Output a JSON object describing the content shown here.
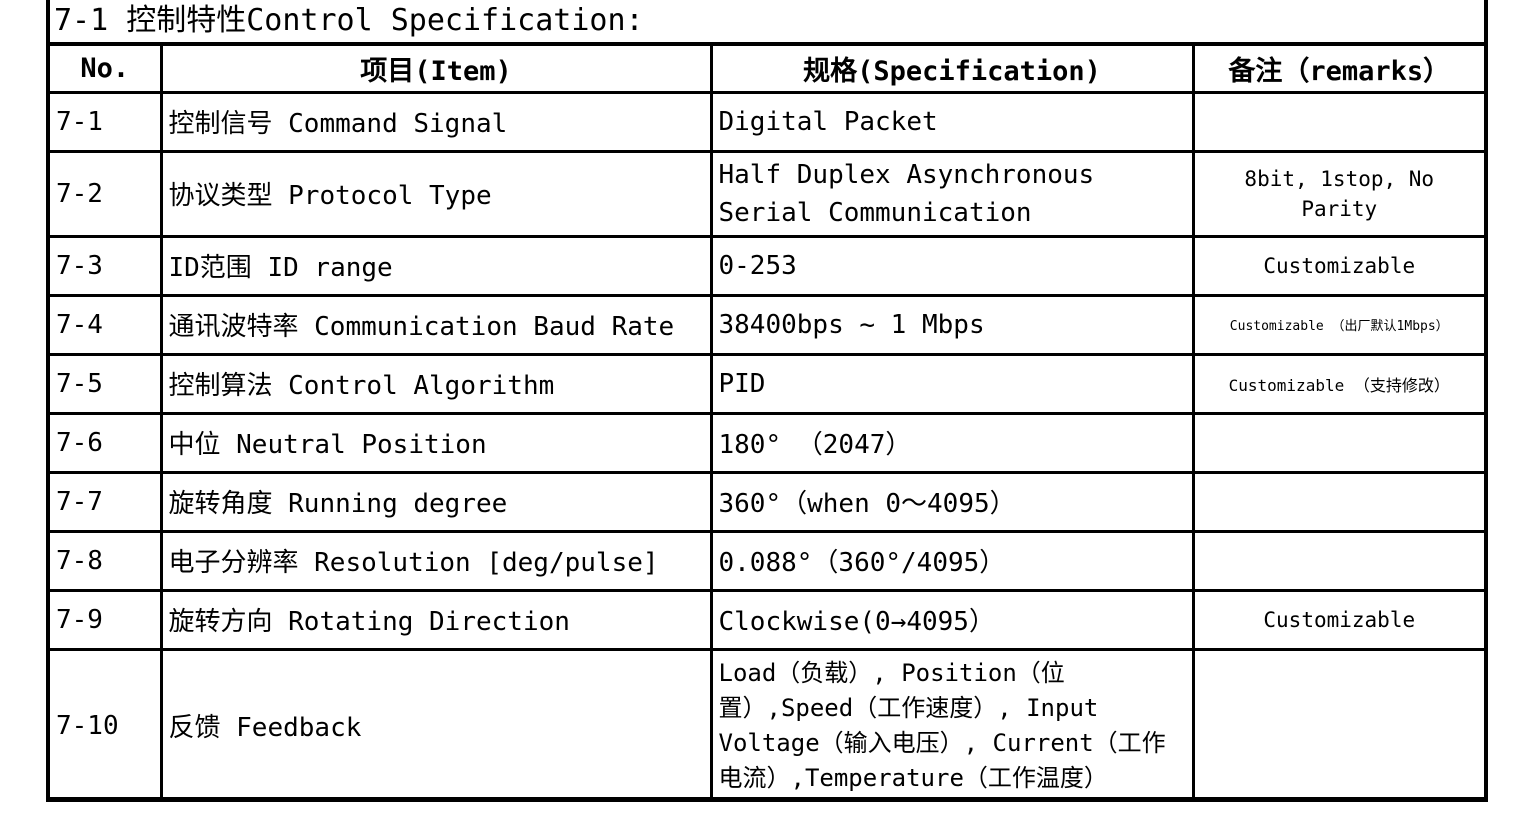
{
  "heading": "7-1 控制特性Control Specification:",
  "columns": {
    "no": "No.",
    "item": "项目(Item)",
    "spec": "规格(Specification)",
    "remarks": "备注（remarks）"
  },
  "rows": [
    {
      "no": "7-1",
      "item": "控制信号 Command Signal",
      "spec": "Digital Packet",
      "remarks": ""
    },
    {
      "no": "7-2",
      "item": "协议类型 Protocol Type",
      "spec": "Half Duplex Asynchronous Serial Communication",
      "remarks": "8bit, 1stop, No Parity"
    },
    {
      "no": "7-3",
      "item": "ID范围 ID range",
      "spec": "0-253",
      "remarks": "Customizable"
    },
    {
      "no": "7-4",
      "item": "通讯波特率 Communication Baud Rate",
      "spec": "38400bps ~ 1 Mbps",
      "remarks": "Customizable （出厂默认1Mbps）"
    },
    {
      "no": "7-5",
      "item": "控制算法 Control Algorithm",
      "spec": "PID",
      "remarks": "Customizable （支持修改）"
    },
    {
      "no": "7-6",
      "item": "中位 Neutral Position",
      "spec": "180° （2047）",
      "remarks": ""
    },
    {
      "no": "7-7",
      "item": "旋转角度  Running degree",
      "spec": "360°（when 0～4095）",
      "remarks": ""
    },
    {
      "no": "7-8",
      "item": "电子分辨率 Resolution [deg/pulse]",
      "spec": "0.088°（360°/4095）",
      "remarks": ""
    },
    {
      "no": "7-9",
      "item": "旋转方向 Rotating Direction",
      "spec": "Clockwise(0→4095）",
      "remarks": "Customizable"
    },
    {
      "no": "7-10",
      "item": "反馈 Feedback",
      "spec": "Load（负载）, Position（位置）,Speed（工作速度）, Input Voltage（输入电压）, Current（工作电流）,Temperature（工作温度）",
      "remarks": ""
    }
  ]
}
